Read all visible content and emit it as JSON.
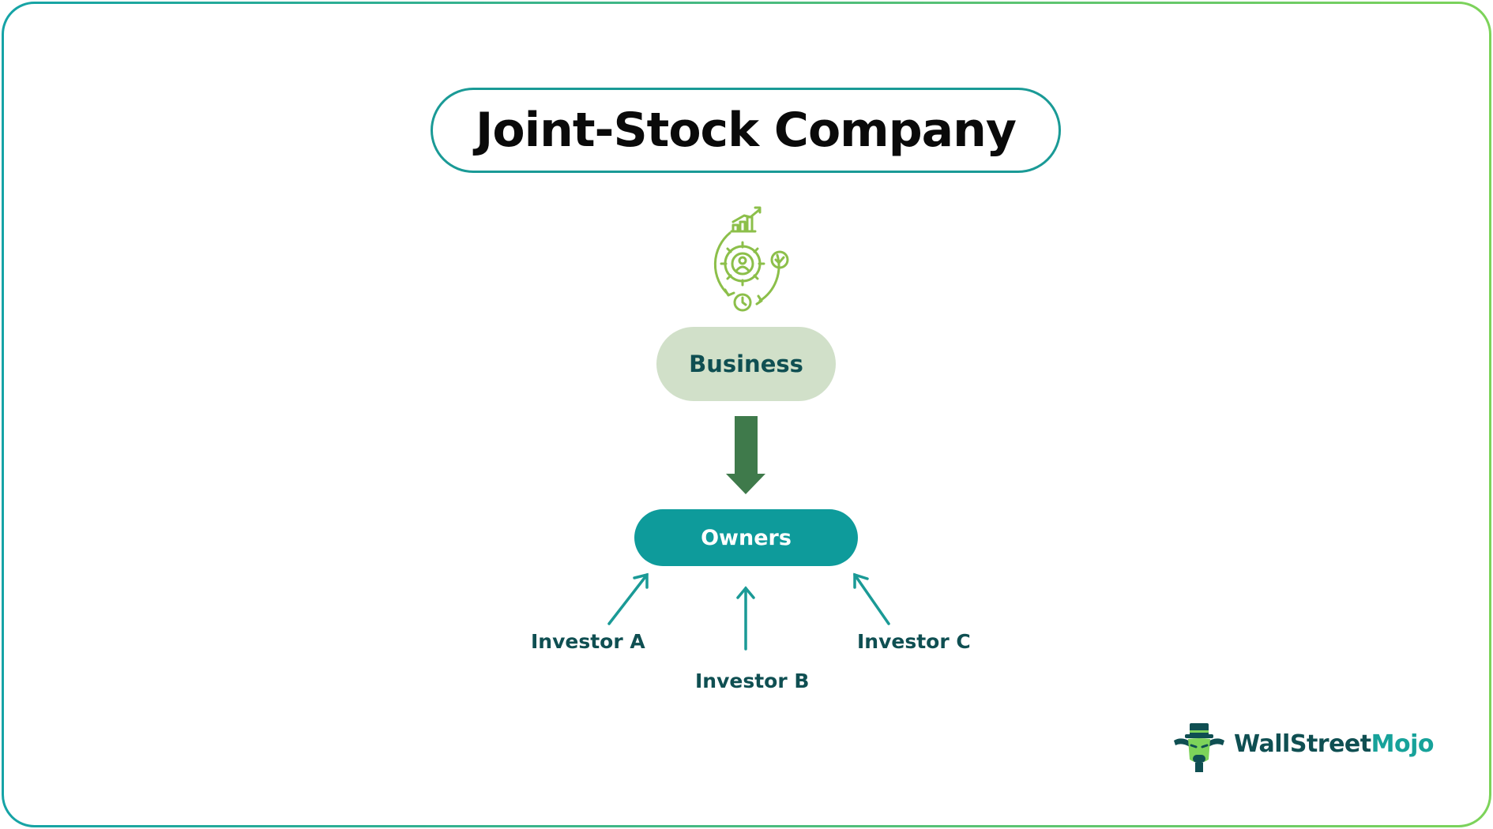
{
  "title": "Joint-Stock Company",
  "nodes": {
    "business": "Business",
    "owners": "Owners"
  },
  "investors": {
    "a": "Investor A",
    "b": "Investor B",
    "c": "Investor C"
  },
  "brand": {
    "part1": "WallStreet",
    "part2": "Mojo"
  },
  "icons": {
    "business": "business-growth-gear-icon",
    "logo": "bull-mascot-icon"
  },
  "colors": {
    "border_start": "#15a3a6",
    "border_end": "#7dd35a",
    "title_border": "#1a9a96",
    "business_fill": "#d1e0c9",
    "down_arrow": "#3f7a4b",
    "owners_fill": "#0e9b9b",
    "investor_arrow": "#1a9a96",
    "icon_green": "#8cbf4a",
    "text_dark": "#0f4f52"
  }
}
